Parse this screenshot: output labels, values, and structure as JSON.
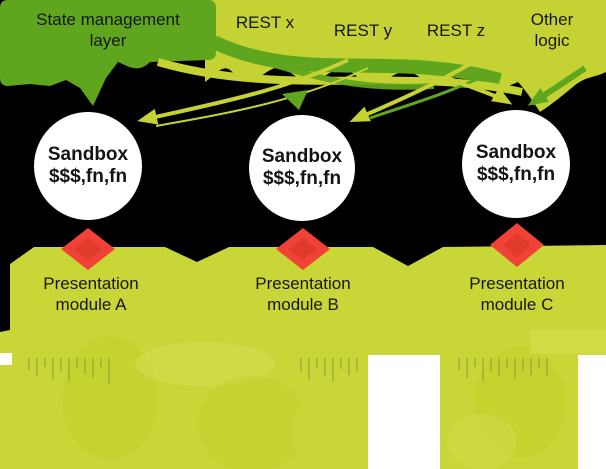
{
  "colors": {
    "background": "#000000",
    "dark_green": "#5fa51e",
    "lime": "#c5d233",
    "lime_band": "#c9d637",
    "red": "#f04236",
    "red_inner": "#e03a2d",
    "white": "#ffffff"
  },
  "top": {
    "state_management": {
      "line1": "State management",
      "line2": "layer"
    },
    "rest_services": [
      {
        "label": "REST x"
      },
      {
        "label": "REST y"
      },
      {
        "label": "REST z"
      }
    ],
    "other_logic": {
      "line1": "Other",
      "line2": "logic"
    }
  },
  "sandboxes": [
    {
      "title": "Sandbox",
      "subtitle": "$$$,fn,fn"
    },
    {
      "title": "Sandbox",
      "subtitle": "$$$,fn,fn"
    },
    {
      "title": "Sandbox",
      "subtitle": "$$$,fn,fn"
    }
  ],
  "modules": [
    {
      "line1": "Presentation",
      "line2": "module A"
    },
    {
      "line1": "Presentation",
      "line2": "module B"
    },
    {
      "line1": "Presentation",
      "line2": "module C"
    }
  ]
}
